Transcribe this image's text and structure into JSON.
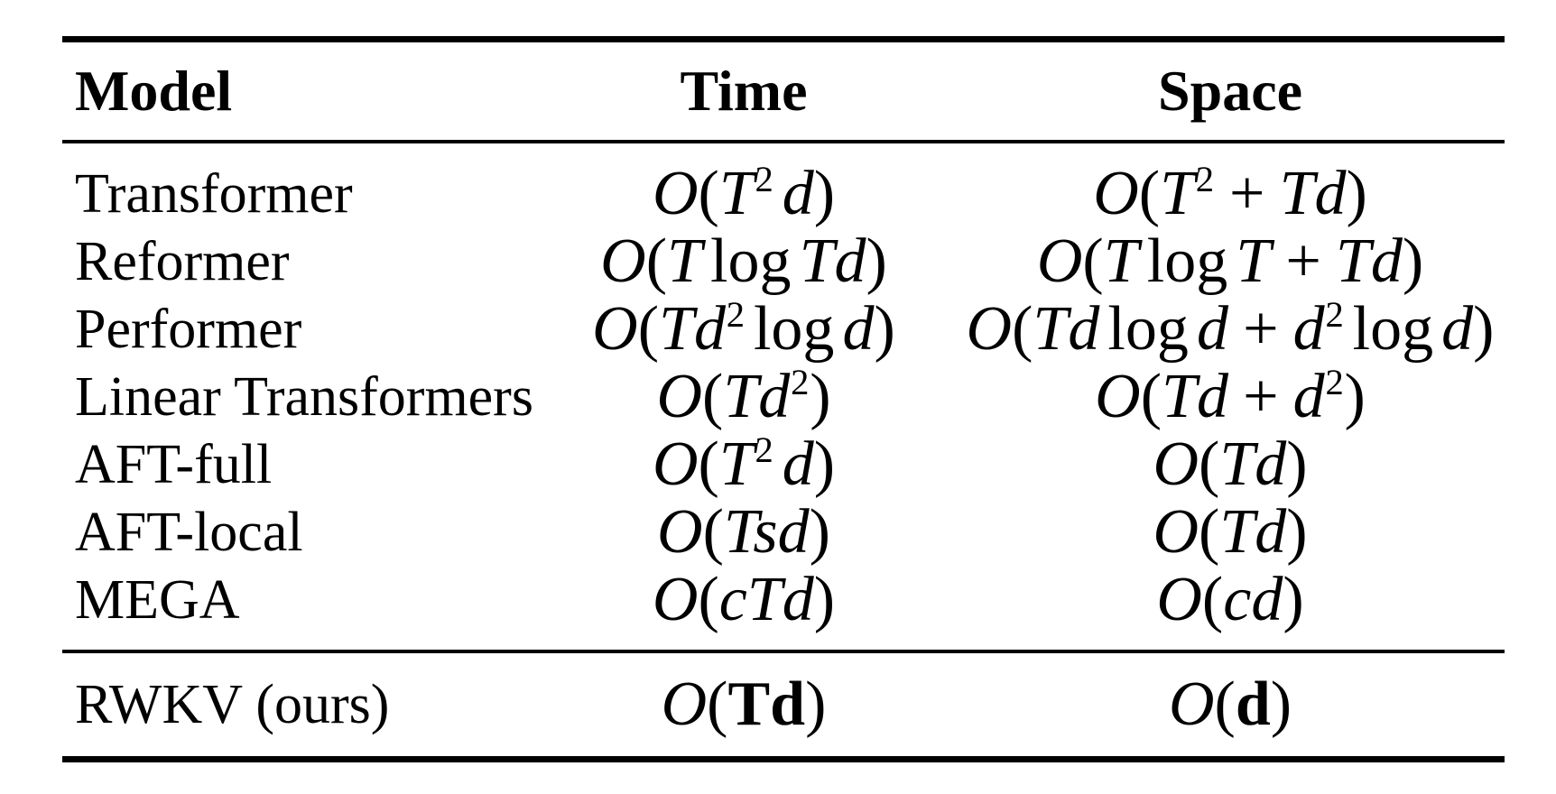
{
  "table": {
    "headers": [
      "Model",
      "Time",
      "Space"
    ],
    "rows": [
      {
        "model": "Transformer",
        "time": "O(T^2 d)",
        "space": "O(T^2 + Td)"
      },
      {
        "model": "Reformer",
        "time": "O(T log Td)",
        "space": "O(T log T + Td)"
      },
      {
        "model": "Performer",
        "time": "O(Td^2 log d)",
        "space": "O(Td log d + d^2 log d)"
      },
      {
        "model": "Linear Transformers",
        "time": "O(Td^2)",
        "space": "O(Td + d^2)"
      },
      {
        "model": "AFT-full",
        "time": "O(T^2 d)",
        "space": "O(Td)"
      },
      {
        "model": "AFT-local",
        "time": "O(Tsd)",
        "space": "O(Td)"
      },
      {
        "model": "MEGA",
        "time": "O(cTd)",
        "space": "O(cd)"
      }
    ],
    "highlight_row": {
      "model": "RWKV (ours)",
      "time": "O(**Td**)",
      "space": "O(**d**)"
    },
    "colors": {
      "text": "#000000",
      "background": "#ffffff",
      "rule": "#000000"
    }
  }
}
